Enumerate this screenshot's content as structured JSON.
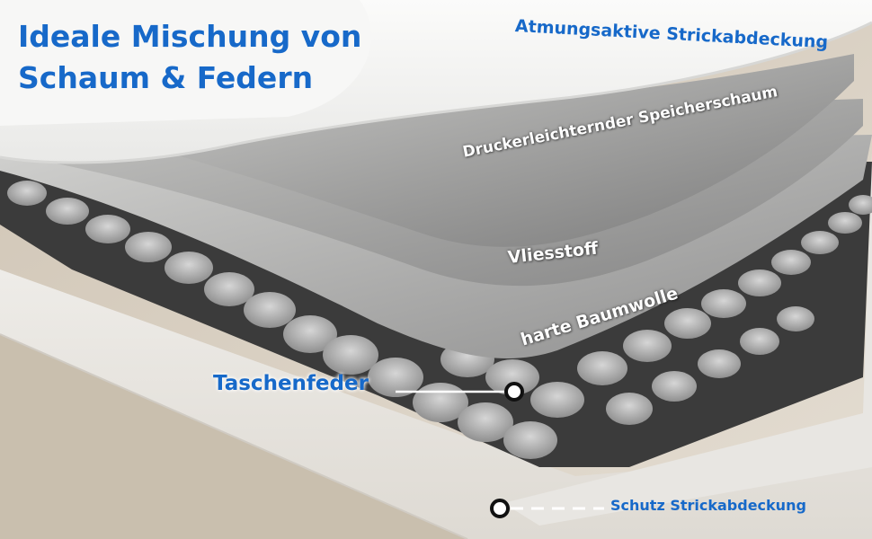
{
  "headline": {
    "line1": "Ideale Mischung von",
    "line2": "Schaum & Federn"
  },
  "labels": {
    "knit_cover": "Atmungsaktive Strickabdeckung",
    "memory_foam": "Druckerleichternder Speicherschaum",
    "fleece": "Vliesstoff",
    "hard_cotton": "harte Baumwolle",
    "pocket_spring": "Taschenfeder",
    "protective_cover": "Schutz Strickabdeckung"
  },
  "colors": {
    "accent_blue": "#1769c9",
    "foam_white": "#f6f6f4",
    "layer_gray": "#8b8b8b",
    "spring_gray": "#a9a9a9"
  }
}
